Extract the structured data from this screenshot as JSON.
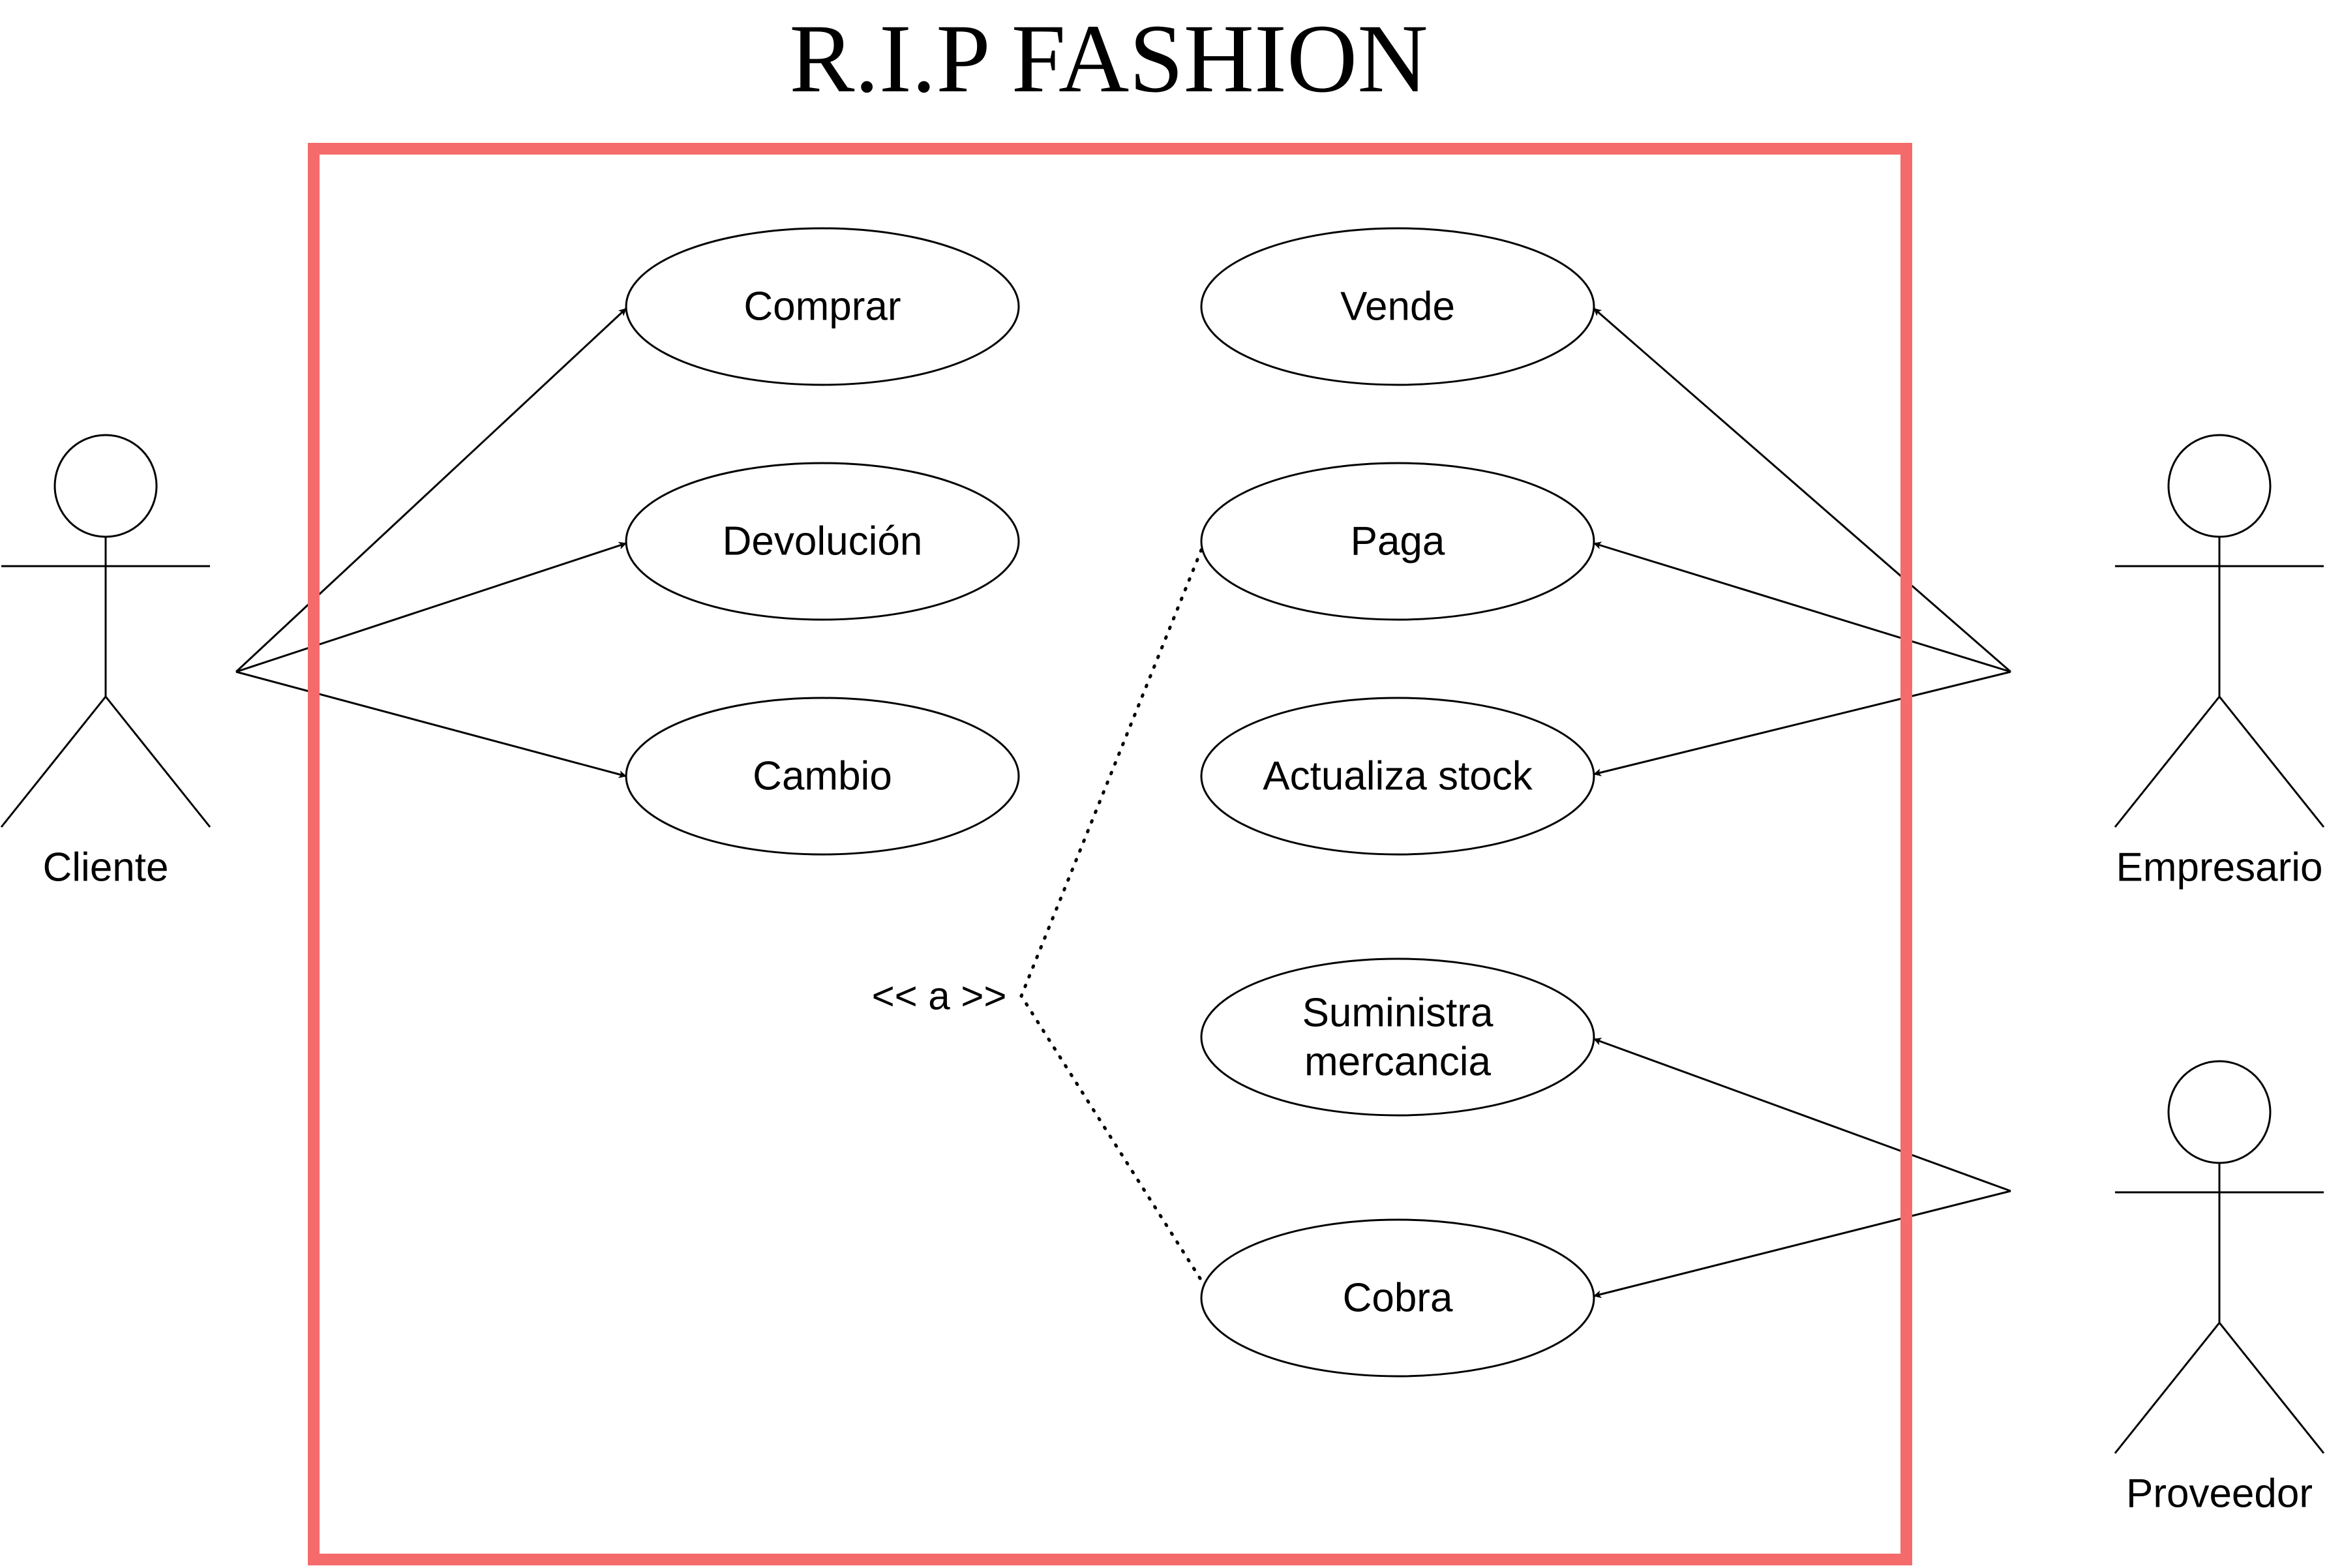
{
  "title": "R.I.P FASHION",
  "system_boundary": {
    "border_color": "#f56b6b"
  },
  "actors": {
    "cliente": "Cliente",
    "empresario": "Empresario",
    "proveedor": "Proveedor"
  },
  "use_cases": {
    "comprar": "Comprar",
    "devolucion": "Devolución",
    "cambio": "Cambio",
    "vende": "Vende",
    "paga": "Paga",
    "actualiza_stock": "Actualiza stock",
    "suministra_line1": "Suministra",
    "suministra_line2": "mercancia",
    "cobra": "Cobra"
  },
  "relation_label": "<< a >>"
}
